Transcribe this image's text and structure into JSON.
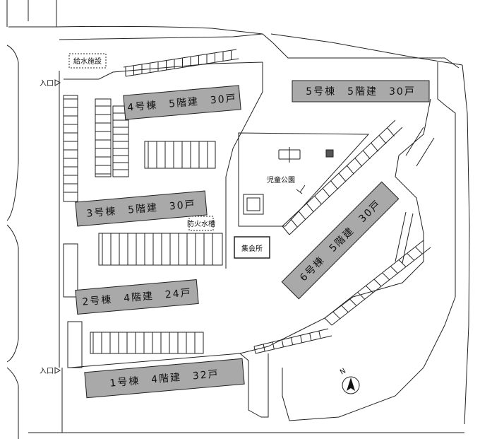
{
  "colors": {
    "building_fill": "#a9a9a9",
    "line": "#222222",
    "background": "#ffffff"
  },
  "buildings": [
    {
      "id": "b1",
      "label": "1号棟　4階建　32戸"
    },
    {
      "id": "b2",
      "label": "2号棟　4階建　24戸"
    },
    {
      "id": "b3",
      "label": "3号棟　5階建　30戸"
    },
    {
      "id": "b4",
      "label": "4号棟　5階建　30戸"
    },
    {
      "id": "b5",
      "label": "5号棟　5階建　30戸"
    },
    {
      "id": "b6",
      "label": "6号棟　5階建　30戸"
    }
  ],
  "facilities": {
    "water_supply": "給水施設",
    "fire_cistern": "防火水槽",
    "playground": "児童公園",
    "meeting_hall": "集会所"
  },
  "entrances": {
    "upper": "入口",
    "lower": "入口"
  },
  "compass": {
    "label": "N",
    "icon": "north-arrow-icon"
  }
}
